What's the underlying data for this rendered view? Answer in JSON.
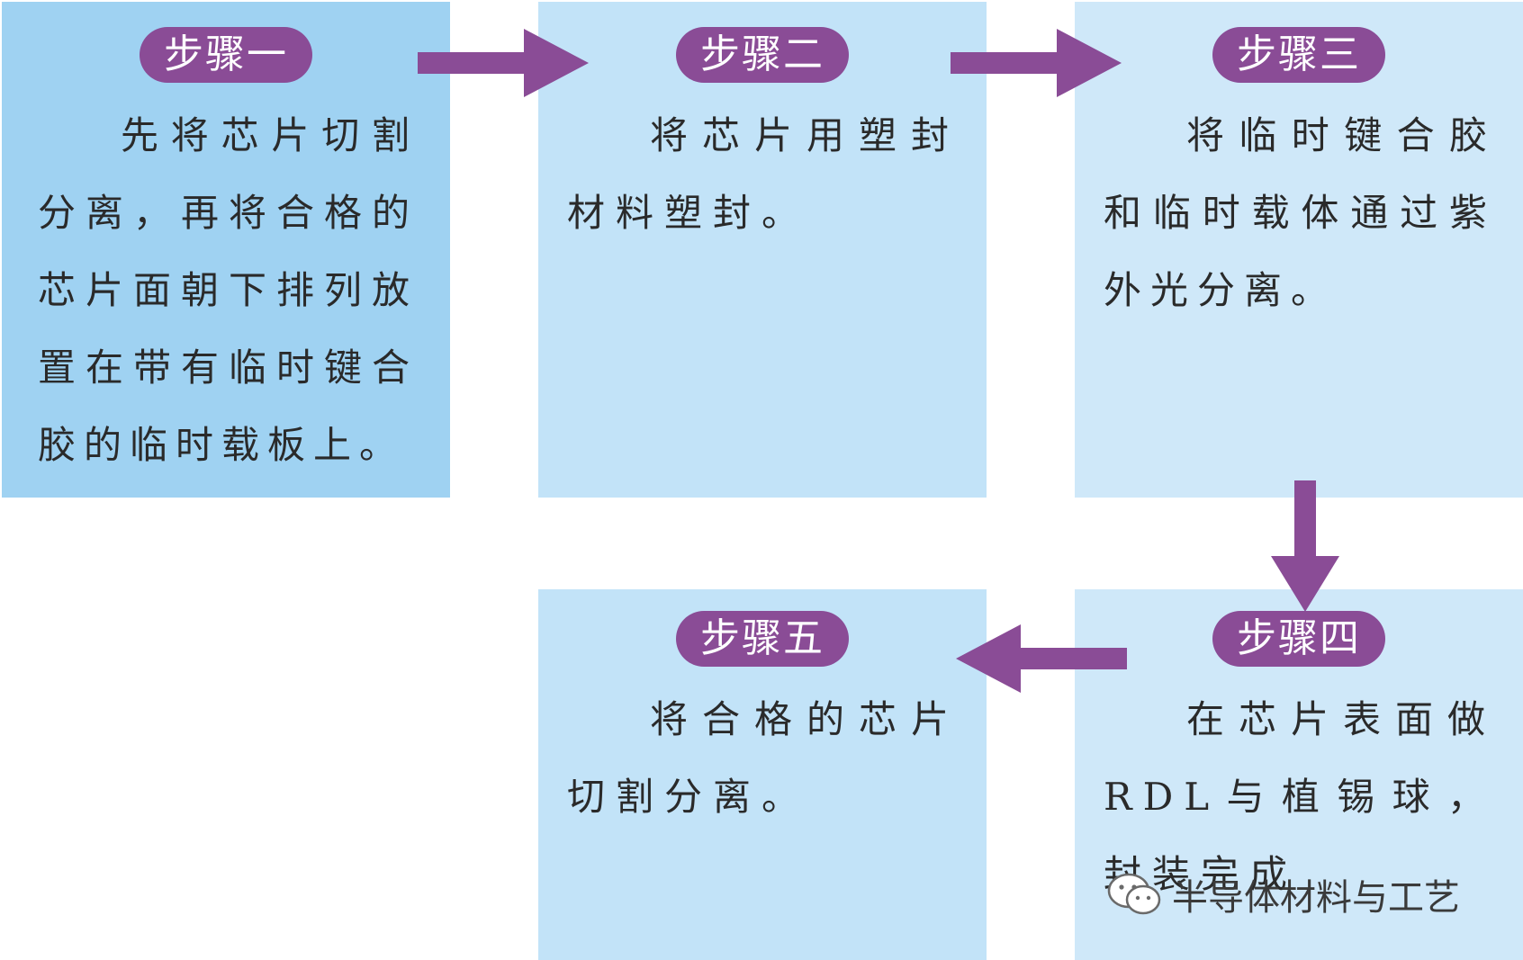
{
  "steps": [
    {
      "title": "步骤一",
      "text": "先将芯片切割分离，再将合格的芯片面朝下排列放置在带有临时键合胶的临时载板上。"
    },
    {
      "title": "步骤二",
      "text": "将芯片用塑封材料塑封。"
    },
    {
      "title": "步骤三",
      "text": "将临时键合胶和临时载体通过紫外光分离。"
    },
    {
      "title": "步骤四",
      "text": "在芯片表面做RDL与植锡球，封装完成"
    },
    {
      "title": "步骤五",
      "text": "将合格的芯片切割分离。"
    }
  ],
  "watermark": {
    "text": "半导体材料与工艺",
    "icon": "wechat-icon"
  },
  "colors": {
    "accent": "#8a4c96",
    "box_dark": "#9fd2f2",
    "box_mid": "#c2e3f8",
    "box_light": "#cfe8f9"
  }
}
